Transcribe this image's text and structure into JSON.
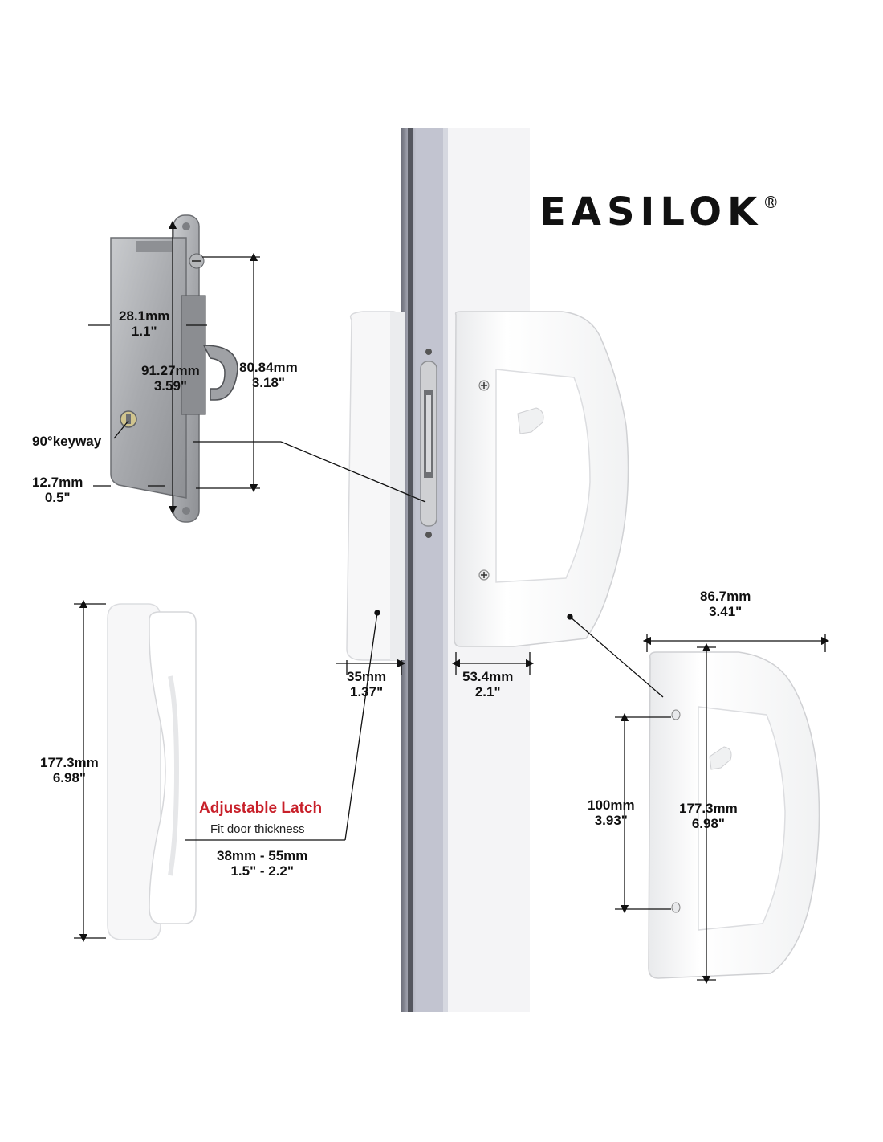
{
  "brand": {
    "name": "EASILOK",
    "mark": "®"
  },
  "mortise_lock": {
    "width": {
      "mm": "28.1mm",
      "in": "1.1\""
    },
    "height_inner": {
      "mm": "91.27mm",
      "in": "3.59\""
    },
    "height_outer": {
      "mm": "80.84mm",
      "in": "3.18\""
    },
    "keyway": "90°keyway",
    "faceplate": {
      "mm": "12.7mm",
      "in": "0.5\""
    }
  },
  "inside_handle": {
    "height": {
      "mm": "177.3mm",
      "in": "6.98\""
    }
  },
  "latch": {
    "title": "Adjustable Latch",
    "subtitle": "Fit door thickness",
    "range_mm": "38mm - 55mm",
    "range_in": "1.5\" - 2.2\""
  },
  "door_assembly": {
    "inside_depth": {
      "mm": "35mm",
      "in": "1.37\""
    },
    "outside_depth": {
      "mm": "53.4mm",
      "in": "2.1\""
    }
  },
  "outside_handle": {
    "width": {
      "mm": "86.7mm",
      "in": "3.41\""
    },
    "hole_spacing": {
      "mm": "100mm",
      "in": "3.93\""
    },
    "height": {
      "mm": "177.3mm",
      "in": "6.98\""
    }
  },
  "colors": {
    "accent_red": "#c8202a",
    "metal": "#a9abae",
    "frame": "#b9bcc9",
    "handle": "#ffffff"
  }
}
